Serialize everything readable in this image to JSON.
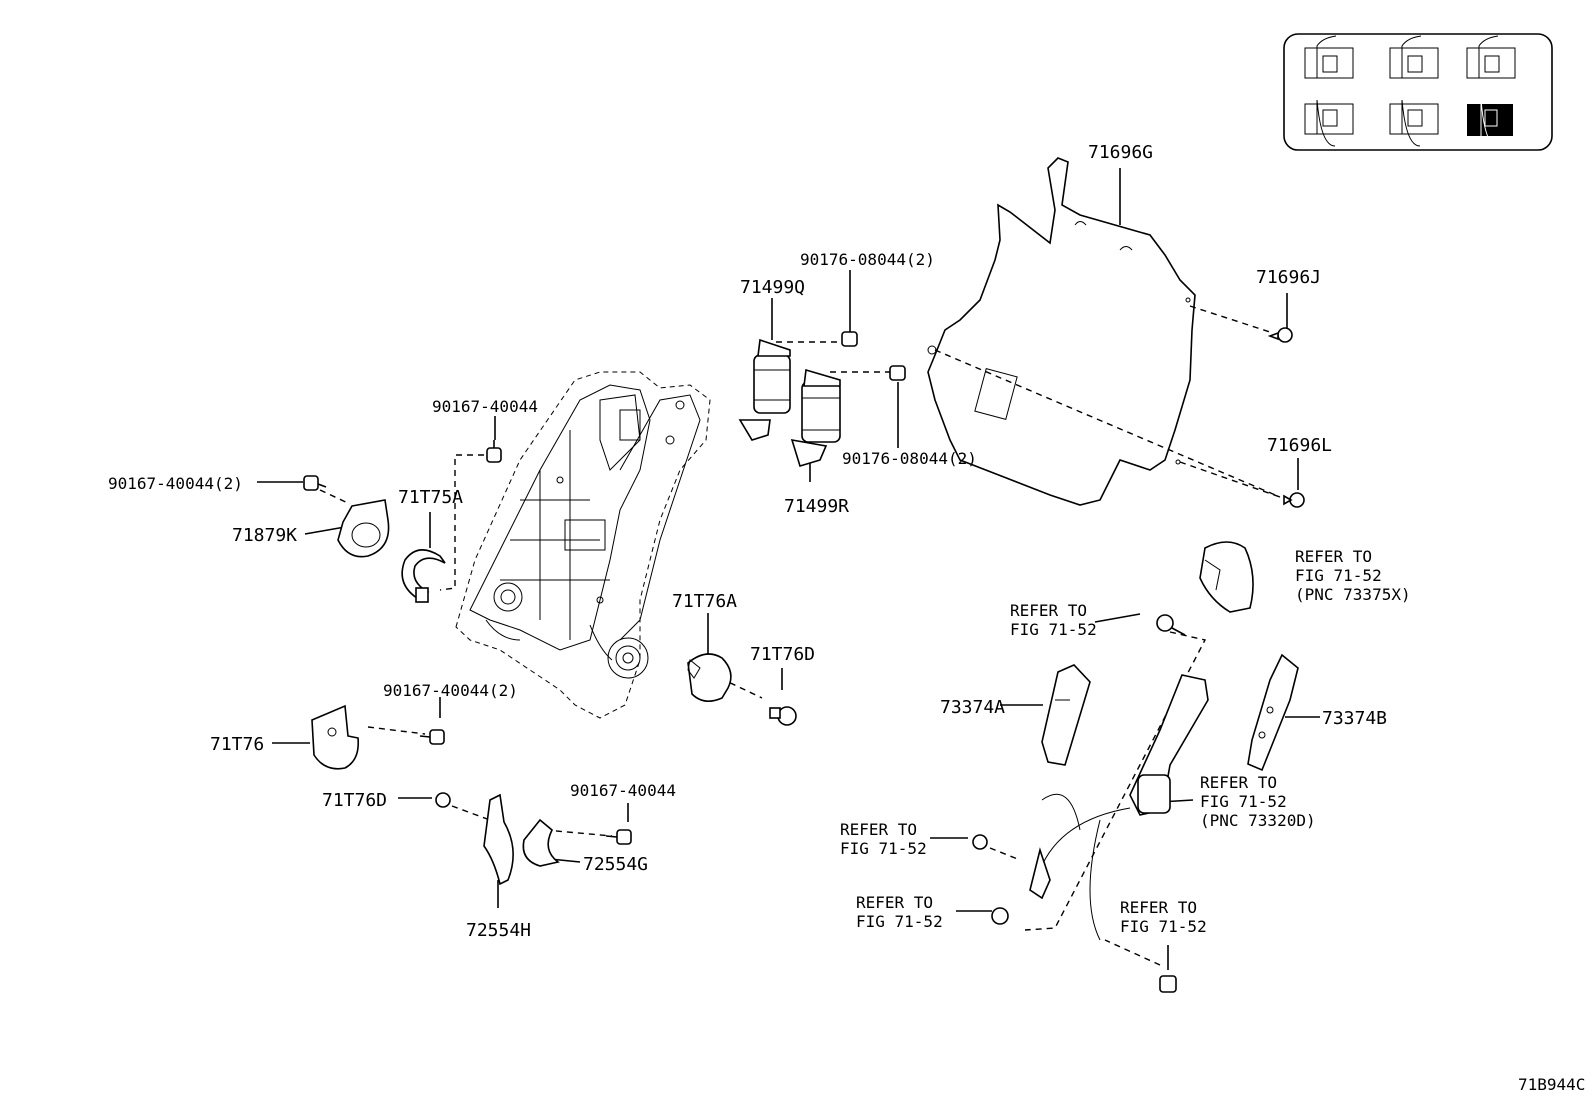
{
  "diagram_id": "71B944C",
  "labels": {
    "p71696G": "71696G",
    "p71696J": "71696J",
    "p71696L": "71696L",
    "p71499Q": "71499Q",
    "p71499R": "71499R",
    "p90176_top": "90176-08044(2)",
    "p90176_bottom": "90176-08044(2)",
    "p90167_top": "90167-40044",
    "p90167_left2": "90167-40044(2)",
    "p71T75A": "71T75A",
    "p71879K": "71879K",
    "p71T76A": "71T76A",
    "p71T76D_right": "71T76D",
    "p90167_mid2": "90167-40044(2)",
    "p71T76": "71T76",
    "p71T76D_left": "71T76D",
    "p90167_bottom": "90167-40044",
    "p72554G": "72554G",
    "p72554H": "72554H",
    "p73374A": "73374A",
    "p73374B": "73374B"
  },
  "refers": {
    "pnc73375X": {
      "line1": "REFER TO",
      "line2": "FIG 71-52",
      "line3": "(PNC 73375X)"
    },
    "screw": {
      "line1": "REFER TO",
      "line2": "FIG 71-52"
    },
    "pnc73320D": {
      "line1": "REFER TO",
      "line2": "FIG 71-52",
      "line3": "(PNC 73320D)"
    },
    "nut1": {
      "line1": "REFER TO",
      "line2": "FIG 71-52"
    },
    "nut2": {
      "line1": "REFER TO",
      "line2": "FIG 71-52"
    },
    "bolt": {
      "line1": "REFER TO",
      "line2": "FIG 71-52"
    }
  },
  "locator": {
    "highlighted_seat": 6,
    "seat_count": 6
  }
}
